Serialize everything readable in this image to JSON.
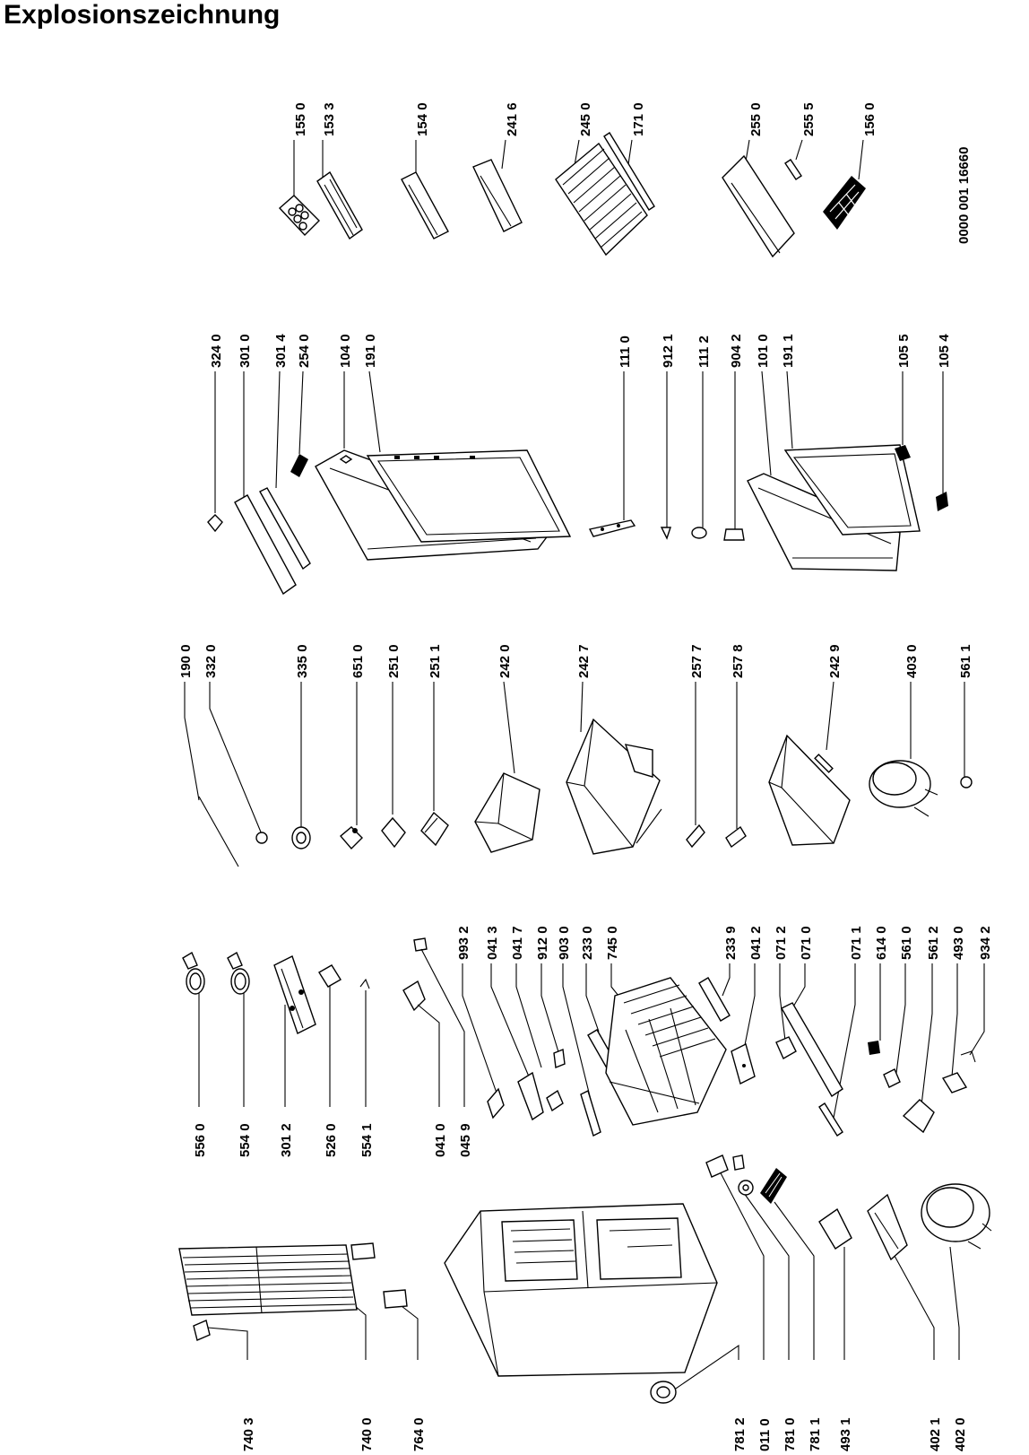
{
  "title": "Explosionszeichnung",
  "document_number": "0000 001 16660",
  "part_numbers": {
    "p155_0": "155 0",
    "p153_3": "153 3",
    "p154_0": "154 0",
    "p241_6": "241 6",
    "p245_0": "245 0",
    "p171_0": "171 0",
    "p255_0": "255 0",
    "p255_5": "255 5",
    "p156_0": "156 0",
    "p324_0": "324 0",
    "p301_0": "301 0",
    "p301_4": "301 4",
    "p254_0": "254 0",
    "p104_0": "104 0",
    "p191_0": "191 0",
    "p111_0": "111 0",
    "p912_1": "912 1",
    "p111_2": "111 2",
    "p904_2": "904 2",
    "p101_0": "101 0",
    "p191_1": "191 1",
    "p105_5": "105 5",
    "p105_4": "105 4",
    "p190_0": "190 0",
    "p332_0": "332 0",
    "p335_0": "335 0",
    "p651_0": "651 0",
    "p251_0": "251 0",
    "p251_1": "251 1",
    "p242_0": "242 0",
    "p242_7": "242 7",
    "p257_7": "257 7",
    "p257_8": "257 8",
    "p242_9": "242 9",
    "p403_0": "403 0",
    "p561_1": "561 1",
    "p993_2": "993 2",
    "p041_3": "041 3",
    "p041_7": "041 7",
    "p912_0": "912 0",
    "p903_0": "903 0",
    "p233_0": "233 0",
    "p745_0": "745 0",
    "p233_9": "233 9",
    "p041_2": "041 2",
    "p071_2": "071 2",
    "p071_0": "071 0",
    "p071_1": "071 1",
    "p614_0": "614 0",
    "p561_0": "561 0",
    "p561_2": "561 2",
    "p493_0": "493 0",
    "p934_2": "934 2",
    "p556_0": "556 0",
    "p554_0": "554 0",
    "p301_2": "301 2",
    "p526_0": "526 0",
    "p554_1": "554 1",
    "p041_0": "041 0",
    "p045_9": "045 9",
    "p740_3": "740 3",
    "p740_0": "740 0",
    "p764_0": "764 0",
    "p781_2": "781 2",
    "p011_0": "011 0",
    "p781_0": "781 0",
    "p781_1": "781 1",
    "p493_1": "493 1",
    "p402_1": "402 1",
    "p402_0": "402 0"
  }
}
